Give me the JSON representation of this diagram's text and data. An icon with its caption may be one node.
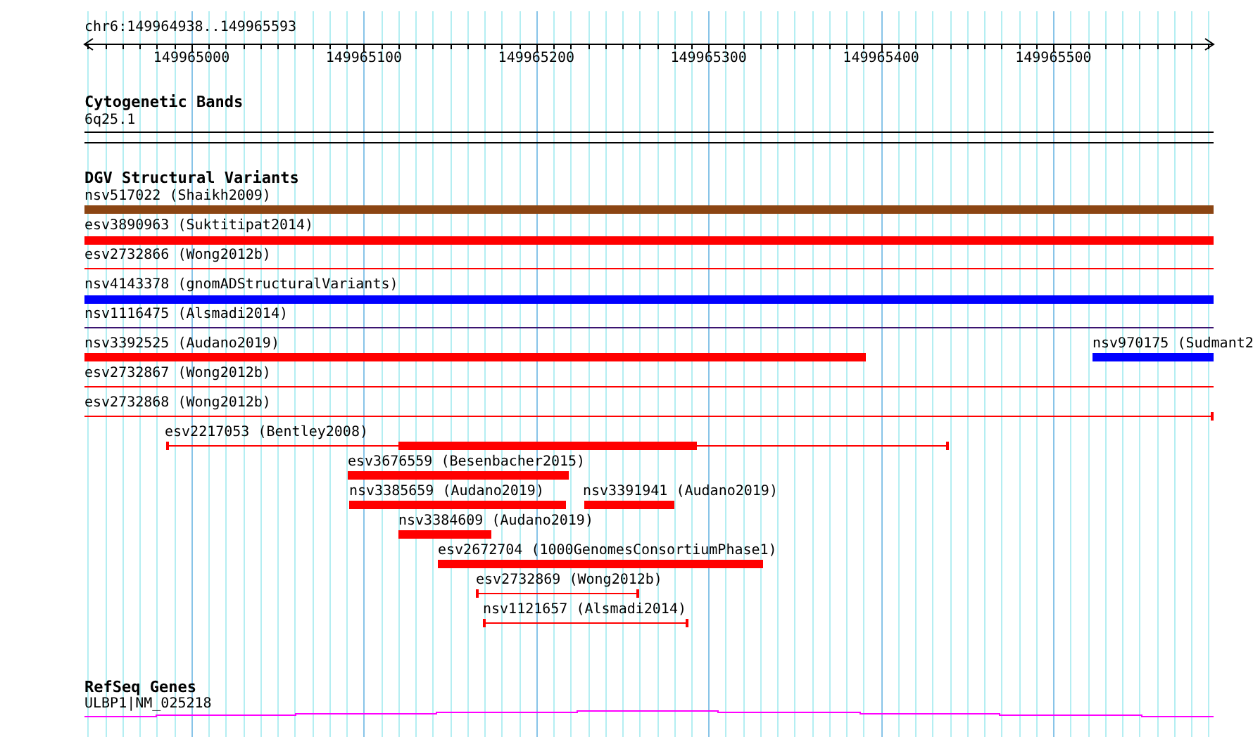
{
  "diagram": {
    "nodes": [
      {
        "text": [
          "6q25.1"
        ]
      },
      {
        "text": [
          "nsv517022 (Shaikh2009)"
        ]
      },
      {
        "text": [
          "esv3890963 (Suktitipat2014)"
        ]
      },
      {
        "text": [
          "esv2732866 (Wong2012b)"
        ]
      },
      {
        "text": [
          "nsv4143378 (gnomADStructuralVariants)"
        ]
      },
      {
        "text": [
          "nsv1116475 (Alsmadi2014)"
        ]
      },
      {
        "text": [
          "nsv3392525 (Audano2019)"
        ]
      },
      {
        "text": [
          "nsv970175 (Sudmant2"
        ]
      },
      {
        "text": [
          "esv2732867 (Wong2012b)"
        ]
      },
      {
        "text": [
          "esv2732868 (Wong2012b)"
        ]
      },
      {
        "text": [
          "esv2217053 (Bentley2008)"
        ]
      },
      {
        "text": [
          "esv3676559 (Besenbacher2015)"
        ]
      },
      {
        "text": [
          "nsv3385659 (Audano2019)"
        ]
      },
      {
        "text": [
          "nsv3391941 (Audano2019)"
        ]
      },
      {
        "text": [
          "nsv3384609 (Audano2019)"
        ]
      },
      {
        "text": [
          "esv2672704 (1000GenomesConsortiumPhase1)"
        ]
      },
      {
        "text": [
          "esv2732869 (Wong2012b)"
        ]
      },
      {
        "text": [
          "nsv1121657 (Alsmadi2014)"
        ]
      },
      {
        "text": [
          "ULBP1|NM_025218"
        ]
      }
    ],
    "labels": [
      "chr6:149964938..149965593",
      "149965000",
      "149965100",
      "149965200",
      "149965300",
      "149965400",
      "149965500",
      "Cytogenetic Bands",
      "DGV Structural Variants",
      "RefSeq Genes"
    ]
  }
}
